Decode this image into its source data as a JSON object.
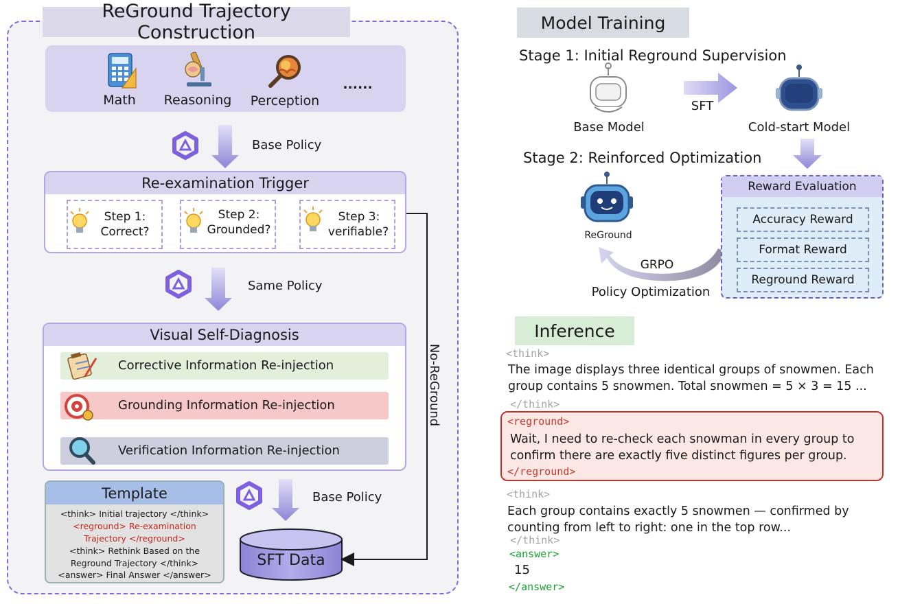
{
  "left_panel": {
    "title": "ReGround Trajectory Construction",
    "categories": [
      {
        "label": "Math",
        "icon": "calculator-icon"
      },
      {
        "label": "Reasoning",
        "icon": "microscope-icon"
      },
      {
        "label": "Perception",
        "icon": "magnifier-icon"
      },
      {
        "label": "......",
        "icon": ""
      }
    ],
    "base_policy_1": "Base Policy",
    "trigger": {
      "title": "Re-examination Trigger",
      "steps": [
        {
          "line1": "Step 1:",
          "line2": "Correct?"
        },
        {
          "line1": "Step 2:",
          "line2": "Grounded?"
        },
        {
          "line1": "Step 3:",
          "line2": "verifiable?"
        }
      ]
    },
    "same_policy": "Same Policy",
    "no_reground": "No-ReGround",
    "diagnosis": {
      "title": "Visual Self-Diagnosis",
      "items": [
        {
          "label": "Corrective Information Re-injection",
          "color": "#e2efdb",
          "icon": "clipboard-icon"
        },
        {
          "label": "Grounding Information Re-injection",
          "color": "#f6c8c8",
          "icon": "target-icon"
        },
        {
          "label": "Verification Information Re-injection",
          "color": "#cdcfdf",
          "icon": "magnifier-icon"
        }
      ]
    },
    "template": {
      "title": "Template",
      "lines": [
        {
          "text": "<think> Initial trajectory </think>",
          "color": "#1a1a1a"
        },
        {
          "text": "<reground> Re-examination",
          "color": "#c0281e"
        },
        {
          "text": "Trajectory </reground>",
          "color": "#c0281e"
        },
        {
          "text": "<think> Rethink Based on the",
          "color": "#1a1a1a"
        },
        {
          "text": "Reground Trajectory </think>",
          "color": "#1a1a1a"
        },
        {
          "text": "<answer> Final Answer </answer>",
          "color": "#1a1a1a"
        }
      ]
    },
    "base_policy_2": "Base Policy",
    "sft_data": "SFT Data"
  },
  "model_training": {
    "title": "Model Training",
    "stage1": "Stage 1: Initial Reground Supervision",
    "sft": "SFT",
    "base_model": "Base Model",
    "cold_start_model": "Cold-start Model",
    "stage2": "Stage 2: Reinforced Optimization",
    "reground": "ReGround",
    "grpo": "GRPO",
    "policy_optimization": "Policy Optimization",
    "reward_evaluation": {
      "title": "Reward Evaluation",
      "items": [
        "Accuracy Reward",
        "Format Reward",
        "Reground Reward"
      ]
    }
  },
  "inference": {
    "title": "Inference",
    "think_open_1": "<think>",
    "think_text_1": [
      "The image displays three identical groups of snowmen. Each",
      "group contains 5 snowmen. Total snowmen = 5 × 3 = 15 ..."
    ],
    "think_close_1": "</think>",
    "reground_open": "<reground>",
    "reground_text": [
      "Wait, I need to re-check each snowman  in every group to",
      "confirm there are exactly five distinct figures per group."
    ],
    "reground_close": "</reground>",
    "think_open_2": "<think>",
    "think_text_2": [
      "Each group contains exactly 5 snowmen — confirmed by",
      "counting from left to right: one in the top row..."
    ],
    "think_close_2": "</think>",
    "answer_open": "<answer>",
    "answer": "15",
    "answer_close": "</answer>"
  }
}
